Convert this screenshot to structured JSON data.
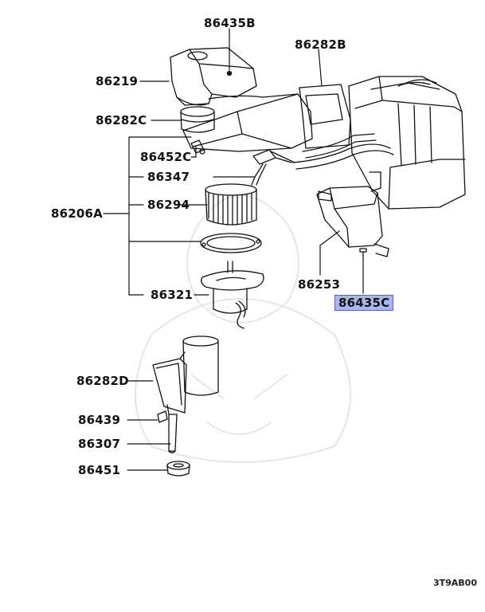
{
  "parts": {
    "p86435B": "86435B",
    "p86282B": "86282B",
    "p86219": "86219",
    "p86282C": "86282C",
    "p86452C": "86452C",
    "p86347": "86347",
    "p86206A": "86206A",
    "p86294": "86294",
    "p86253": "86253",
    "p86321": "86321",
    "p86435C": "86435C",
    "p86282D": "86282D",
    "p86439": "86439",
    "p86307": "86307",
    "p86451": "86451"
  },
  "drawing_code": "3T9AB00",
  "highlighted_part": "86435C",
  "colors": {
    "highlight_fill": "#aab7ee",
    "highlight_border": "#5564c4",
    "line": "#111111"
  }
}
